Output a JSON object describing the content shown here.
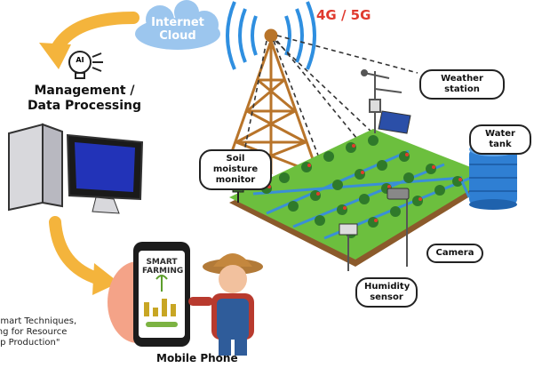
{
  "cloud": {
    "text": "Internet\nCloud",
    "color": "#9cc6ee"
  },
  "network": {
    "label": "4G / 5G",
    "color": "#e03a2e"
  },
  "management": {
    "title": "Management /\nData Processing"
  },
  "ai_icon": {
    "text": "AI"
  },
  "labels": {
    "weather_station": "Weather station",
    "water_tank": "Water tank",
    "soil_moisture": "Soil moisture\nmonitor",
    "camera": "Camera",
    "humidity": "Humidity\nsensor"
  },
  "phone": {
    "screen_title": "SMART\nFARMING",
    "label": "Mobile Phone"
  },
  "caption": "Smart Techniques,\ning for Resource\nop Production\"",
  "colors": {
    "arrow": "#f4b43c",
    "tower": "#b8742a",
    "field": "#6cbf3e",
    "soil": "#8b5a2b",
    "pipe": "#3a8fd6"
  },
  "icons": [
    "cloud-icon",
    "signal-waves-icon",
    "cell-tower-icon",
    "ai-bulb-icon",
    "computer-icon",
    "monitor-icon",
    "weather-station-icon",
    "solar-panel-icon",
    "water-tank-icon",
    "camera-icon",
    "smartphone-icon",
    "farmer-icon",
    "curved-arrow-icon"
  ]
}
